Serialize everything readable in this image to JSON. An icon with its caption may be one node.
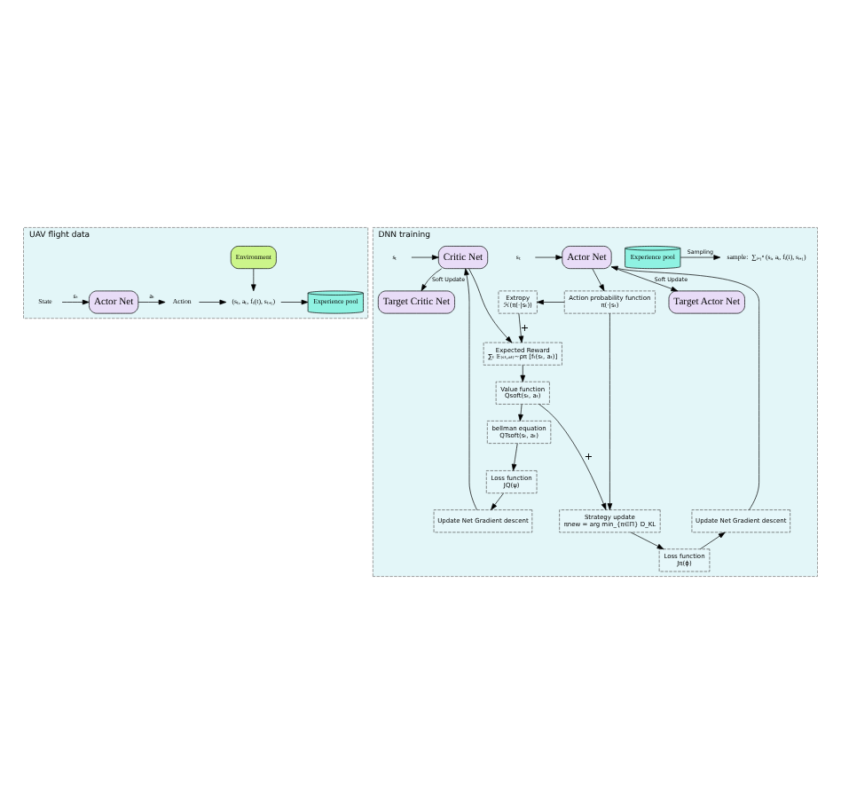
{
  "diagram": {
    "nodes": [
      {
        "text": [
          "UAV flight data"
        ]
      },
      {
        "text": [
          "State"
        ],
        "in": 0
      },
      {
        "text": [
          "Actor Net"
        ],
        "in": 0
      },
      {
        "text": [
          "Action"
        ],
        "in": 0
      },
      {
        "text": [
          "Environment"
        ],
        "in": 0
      },
      {
        "text": [
          "(sₜ, aₜ, fₜ(t), sₜ₊₁)"
        ],
        "in": 0
      },
      {
        "text": [
          "Experience pool"
        ],
        "in": 0
      },
      {
        "text": [
          "DNN training"
        ]
      },
      {
        "text": [
          "Experience pool"
        ],
        "in": 7
      },
      {
        "text": [
          "sample:  ∑ᵢ₌₁ⁿ (sᵢ, aᵢ, fᵢ(i), sᵢ₊₁)"
        ],
        "in": 7
      },
      {
        "text": [
          "sₜ"
        ],
        "in": 7
      },
      {
        "text": [
          "Actor Net"
        ],
        "in": 7
      },
      {
        "text": [
          "Critic Net"
        ],
        "in": 7
      },
      {
        "text": [
          "sₜ"
        ],
        "in": 7
      },
      {
        "text": [
          "Action probability function",
          "π(·|sₜ)"
        ],
        "in": 7
      },
      {
        "text": [
          "Extropy",
          "ℋ(π(·|sₜ))"
        ],
        "in": 7
      },
      {
        "text": [
          "Expected Reward",
          "∑ₜ 𝔼₍ₛₜ,ₐₜ₎∼ρπ [fₜ(sₜ, aₜ)]"
        ],
        "in": 7
      },
      {
        "text": [
          "Update Net Gradient descent"
        ],
        "in": 7
      },
      {
        "text": [
          "Strategy update",
          "πnew = arg min_{π∈Π} D_KL"
        ],
        "in": 7
      },
      {
        "text": [
          "Value function",
          "Qsoft(sₜ, aₜ)"
        ],
        "in": 7
      },
      {
        "text": [
          "bellman equation",
          "QTsoft(sₜ, aₜ)"
        ],
        "in": 7
      },
      {
        "text": [
          "Loss function",
          "Jπ(ϕ)"
        ],
        "in": 7
      },
      {
        "text": [
          "Loss function",
          "JQ(ψ)"
        ],
        "in": 7
      },
      {
        "text": [
          "Update Net Gradient descent"
        ],
        "in": 7
      },
      {
        "text": [
          "Target Actor Net"
        ],
        "in": 7
      },
      {
        "text": [
          "Target Critic Net"
        ],
        "in": 7
      }
    ],
    "edges": [
      {
        "from": 1,
        "to": 2,
        "arrow": "to",
        "label": "sₜ"
      },
      {
        "from": 2,
        "to": 3,
        "arrow": "to",
        "label": "aₜ"
      },
      {
        "from": 3,
        "to": 5,
        "arrow": "to"
      },
      {
        "from": 4,
        "to": 5,
        "arrow": "to"
      },
      {
        "from": 5,
        "to": 6,
        "arrow": "to"
      },
      {
        "from": 8,
        "to": 9,
        "arrow": "to",
        "label": "Sampling"
      },
      {
        "from": 10,
        "to": 11,
        "arrow": "to"
      },
      {
        "from": 13,
        "to": 12,
        "arrow": "to"
      },
      {
        "from": 11,
        "to": 14,
        "arrow": "to"
      },
      {
        "from": 14,
        "to": 15,
        "arrow": "to"
      },
      {
        "from": 15,
        "to": 16,
        "arrow": "to",
        "label": "+"
      },
      {
        "from": 12,
        "to": 16,
        "arrow": "to"
      },
      {
        "from": 14,
        "to": 18,
        "arrow": "to"
      },
      {
        "from": 16,
        "to": 19,
        "arrow": "to"
      },
      {
        "from": 19,
        "to": 18,
        "arrow": "to",
        "label": "+"
      },
      {
        "from": 18,
        "to": 21,
        "arrow": "to"
      },
      {
        "from": 19,
        "to": 20,
        "arrow": "to"
      },
      {
        "from": 20,
        "to": 22,
        "arrow": "to"
      },
      {
        "from": 21,
        "to": 17,
        "arrow": "to"
      },
      {
        "from": 17,
        "to": 11,
        "arrow": "to"
      },
      {
        "from": 22,
        "to": 23,
        "arrow": "to"
      },
      {
        "from": 23,
        "to": 12,
        "arrow": "to"
      },
      {
        "from": 11,
        "to": 24,
        "arrow": "to",
        "label": "Soft Update"
      },
      {
        "from": 12,
        "to": 25,
        "arrow": "to",
        "label": "Soft Update"
      }
    ]
  }
}
